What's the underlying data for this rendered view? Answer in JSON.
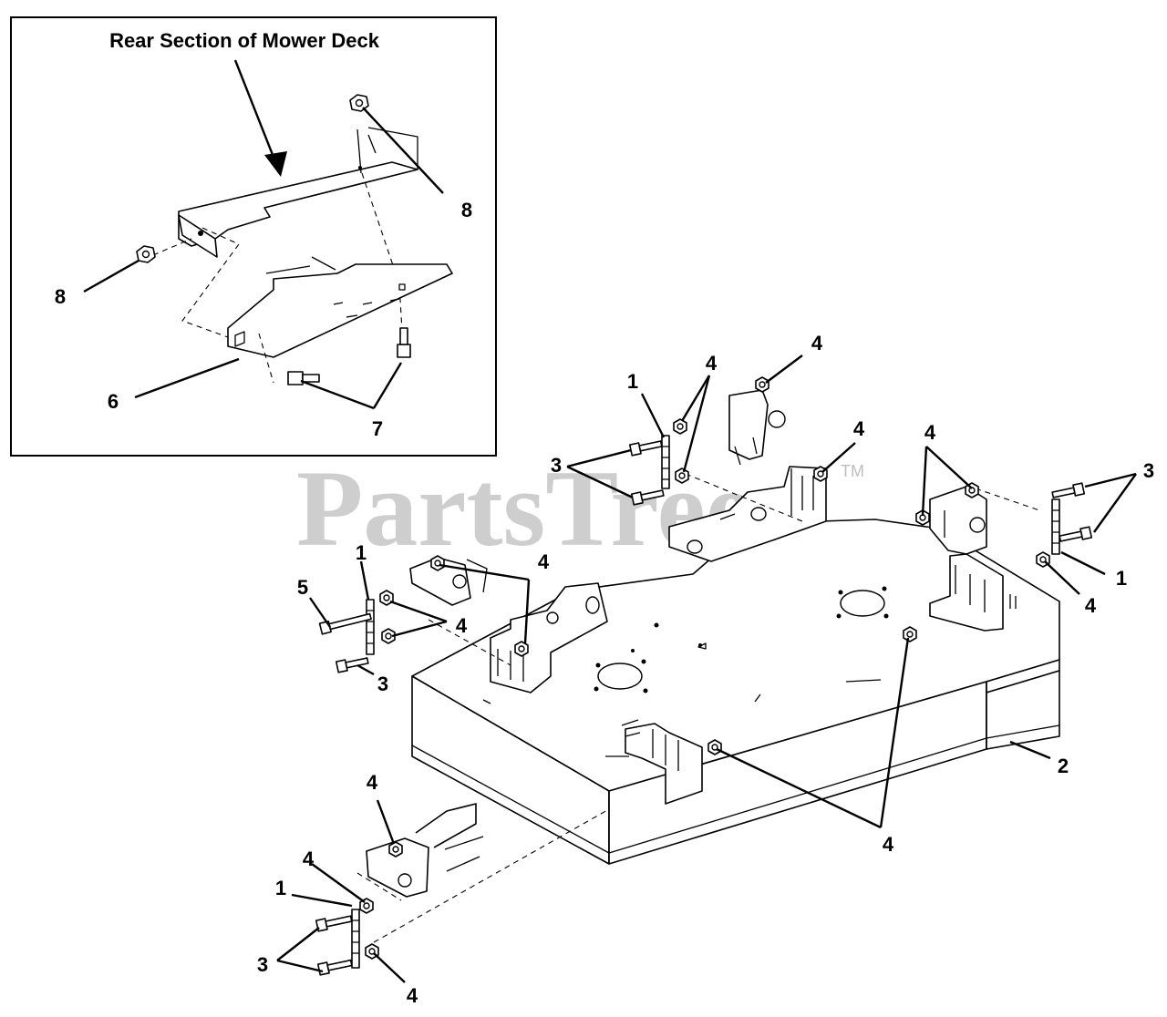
{
  "inset": {
    "title": "Rear Section of Mower Deck"
  },
  "watermark": {
    "text": "PartsTree",
    "trademark": "TM",
    "color": "#bdbdbd"
  },
  "callouts": {
    "c1": "8",
    "c2": "8",
    "c3": "6",
    "c4": "7",
    "c5": "1",
    "c6": "4",
    "c7": "4",
    "c8": "4",
    "c9": "3",
    "c10": "4",
    "c11": "3",
    "c12": "1",
    "c13": "4",
    "c14": "1",
    "c15": "5",
    "c16": "4",
    "c17": "4",
    "c18": "3",
    "c19": "2",
    "c20": "4",
    "c21": "4",
    "c22": "4",
    "c23": "1",
    "c24": "3",
    "c25": "4"
  }
}
